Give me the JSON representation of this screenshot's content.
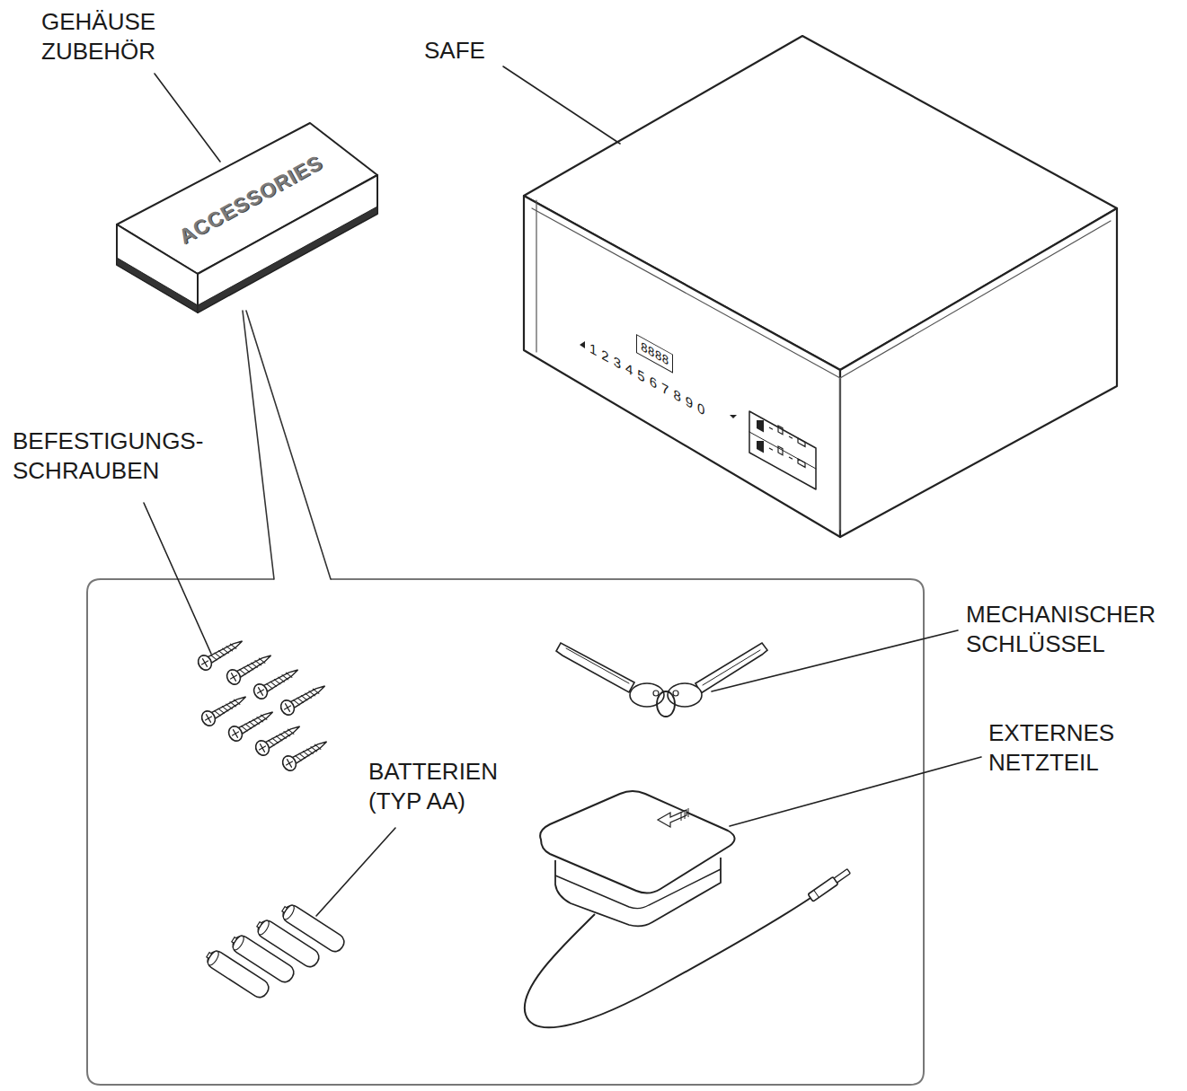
{
  "diagram": {
    "nodes": [
      {
        "text": [
          "ACCESSORIES"
        ]
      }
    ],
    "labels": [
      "GEHÄUSE ZUBEHÖR",
      "SAFE",
      "8888",
      "1234567890",
      "BEFESTIGUNGS- SCHRAUBEN",
      "MECHANISCHER SCHLÜSSEL",
      "BATTERIEN (TYP AA)",
      "EXTERNES NETZTEIL"
    ]
  }
}
